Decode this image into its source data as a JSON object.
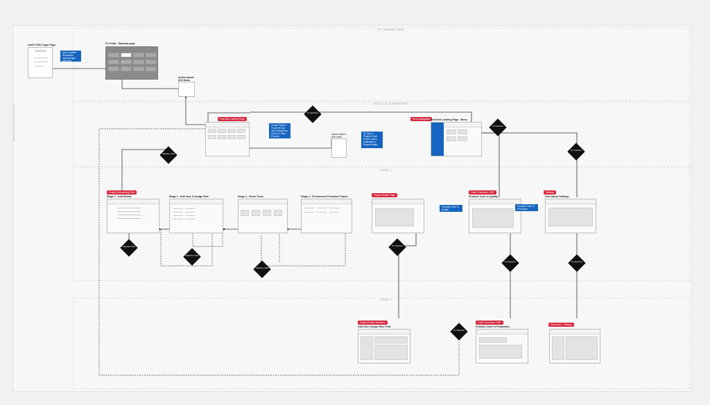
{
  "sidebar_label": "Master Admin Experience Journey Flows",
  "bands": [
    {
      "label": "F1 LANDING PAGE"
    },
    {
      "label": "ONECLICK DASHBOARD"
    },
    {
      "label": "LEVEL 1"
    },
    {
      "label": "LEVEL 2"
    }
  ],
  "nodes": {
    "login": {
      "title": "OneF1 SSO Login Page",
      "note": "User is added. Successful account login with SSO"
    },
    "gateway": {
      "title": "F1 Portal - Gateway page"
    },
    "drill1": {
      "title": "Action based drill down"
    },
    "oneclick_landing": {
      "tag": "OneClick Landing Page",
      "note": "Create Project + To get left one new Onboarding Flow of 4 Step Process"
    },
    "drill2": {
      "title": "Action based drill down",
      "note": "On Top of Project's Card Screen will be redirected to Project Details"
    },
    "menu": {
      "tag": "Menu Navigation",
      "title": "OneClick Landing Page - Menu"
    },
    "onboarding": {
      "tag": "Project Onboarding Flow"
    },
    "stage1": {
      "title": "Stage 1 - Add Details"
    },
    "stage2": {
      "title": "Stage 2 - Add User & Assign Role"
    },
    "stage3": {
      "title": "Stage 3 - Select Tools"
    },
    "stage4": {
      "title": "Stage 4 - Preview and Provision Project"
    },
    "project_details": {
      "tag": "Project Details Page"
    },
    "code_promo": {
      "tag": "Code Promotion: CRE",
      "title": "Promote Code to Quality",
      "note_left": "Promote Code To Quality",
      "note_right": "Promote Code To Production"
    },
    "settings": {
      "tag": "Settings",
      "title": "User based Settings"
    },
    "project_details_l2": {
      "tag": "Project Details Drilldown",
      "title": "Add User, Assign Role Flow"
    },
    "code_promo_l2": {
      "tag": "Code Promotion: CRE",
      "title": "Promote Code to Production"
    },
    "settings_l2": {
      "tag": "Drill Down - Settings"
    }
  },
  "decisions": [
    {
      "label": "On Selection"
    },
    {
      "label": "Selection Click"
    },
    {
      "label": "On Selection"
    },
    {
      "label": "On Selection"
    },
    {
      "label": "Selection Click"
    },
    {
      "label": "Selection Click"
    },
    {
      "label": "Selection Click"
    },
    {
      "label": "On Selection"
    },
    {
      "label": "On Selection"
    },
    {
      "label": "On Selection"
    },
    {
      "label": "On Selection"
    }
  ]
}
